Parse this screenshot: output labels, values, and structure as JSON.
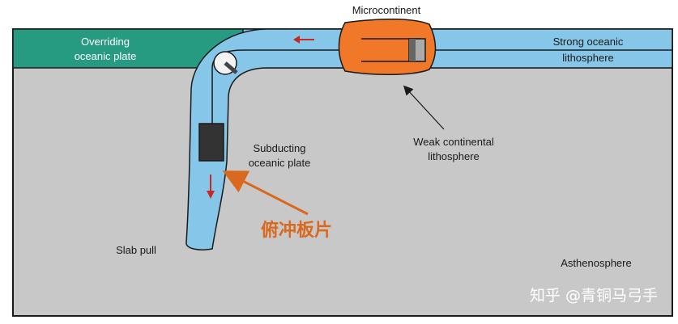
{
  "labels": {
    "microcontinent": "Microcontinent",
    "overriding_line1": "Overriding",
    "overriding_line2": "oceanic plate",
    "strong_line1": "Strong oceanic",
    "strong_line2": "lithosphere",
    "weak_line1": "Weak continental",
    "weak_line2": "lithosphere",
    "subducting_line1": "Subducting",
    "subducting_line2": "oceanic plate",
    "slab_pull": "Slab pull",
    "asthenosphere": "Asthenosphere",
    "annotation_cn": "俯冲板片"
  },
  "watermark": "知乎 @青铜马弓手",
  "colors": {
    "asthenosphere": "#c8c8c8",
    "overriding_plate": "#279a82",
    "oceanic_lithosphere": "#86c6e8",
    "microcontinent": "#f07828",
    "annotation": "#d9691f",
    "motion_arrow": "#c62828"
  }
}
